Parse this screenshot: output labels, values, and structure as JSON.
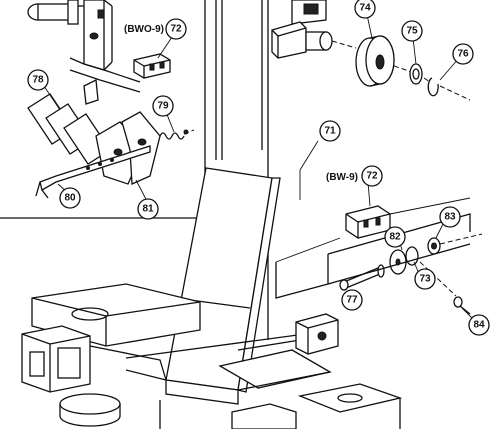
{
  "figure": {
    "group_labels": {
      "bwo9": "(BWO-9)",
      "bw9": "(BW-9)"
    },
    "callouts": {
      "c71": "71",
      "c72a": "72",
      "c72b": "72",
      "c73": "73",
      "c74": "74",
      "c75": "75",
      "c76": "76",
      "c77": "77",
      "c78": "78",
      "c79": "79",
      "c80": "80",
      "c81": "81",
      "c82": "82",
      "c83": "83",
      "c84": "84"
    }
  }
}
